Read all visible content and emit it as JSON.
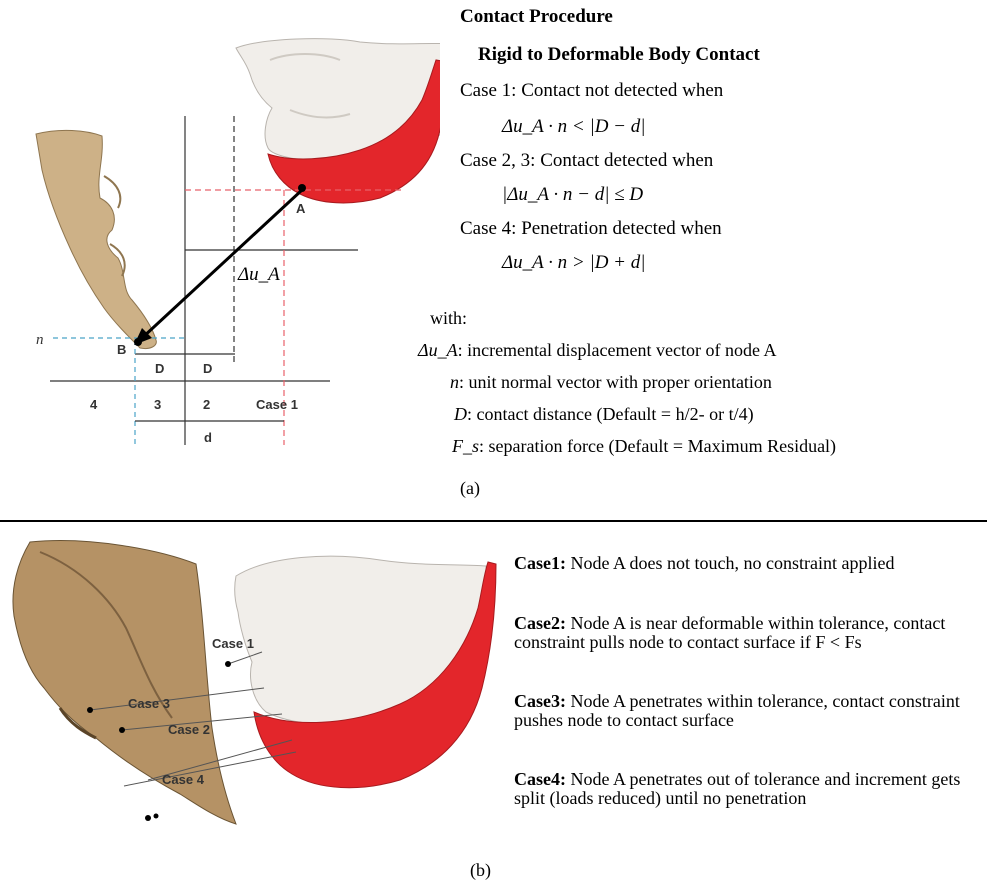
{
  "panel_a": {
    "heading": "Contact Procedure",
    "subheading": "Rigid to Deformable Body Contact",
    "cases": [
      {
        "label": "Case 1: Contact not detected when",
        "formula": "Δu_A · n < |D − d|"
      },
      {
        "label": "Case 2, 3: Contact detected when",
        "formula": "|Δu_A · n − d| ≤ D"
      },
      {
        "label": "Case 4: Penetration detected when",
        "formula": "Δu_A · n > |D + d|"
      }
    ],
    "with_label": "with:",
    "definitions": [
      {
        "symbol": "Δu_A",
        "text": "incremental displacement vector of node A"
      },
      {
        "symbol": "n",
        "text": "unit normal vector with proper orientation"
      },
      {
        "symbol": "D",
        "text": "contact distance (Default = h/2- or t/4)"
      },
      {
        "symbol": "F_s",
        "text": "separation force (Default = Maximum Residual)"
      }
    ],
    "caption": "(a)",
    "diagram_labels": {
      "node_a": "A",
      "node_b": "B",
      "normal": "n",
      "displacement": "Δu_A",
      "D1": "D",
      "D2": "D",
      "zone4": "4",
      "zone3": "3",
      "zone2": "2",
      "zone1": "Case 1",
      "d": "d"
    }
  },
  "panel_b": {
    "cases": [
      {
        "title": "Case1:",
        "text": "Node A does not touch, no constraint  applied"
      },
      {
        "title": "Case2:",
        "text": "Node A is near deformable within tolerance, contact constraint pulls node to contact surface if F < Fs"
      },
      {
        "title": "Case3:",
        "text": "Node A penetrates within tolerance, contact constraint pushes node to contact surface"
      },
      {
        "title": "Case4:",
        "text": "Node A penetrates out of tolerance and  increment gets split (loads reduced) until no penetration"
      }
    ],
    "image_labels": {
      "case1": "Case 1",
      "case2": "Case 2",
      "case3": "Case 3",
      "case4": "Case 4"
    },
    "caption": "(b)"
  },
  "colors": {
    "mandible_red": "#e3262b",
    "skull_white": "#f1eeea",
    "maxilla_tan": "#cdb187",
    "dashed_red": "#e8626a",
    "dashed_blue": "#4aa3c8",
    "divider": "#000000"
  }
}
